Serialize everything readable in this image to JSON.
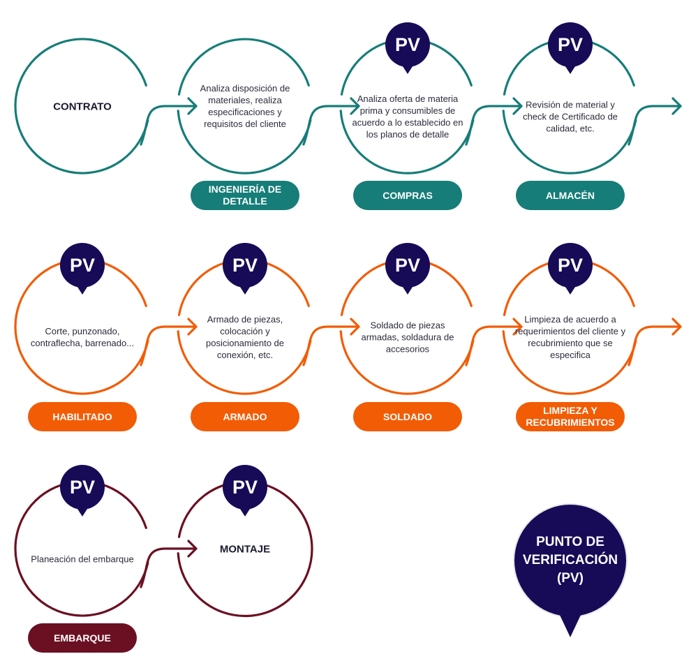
{
  "colors": {
    "teal": "#167d78",
    "orange": "#f25c05",
    "maroon": "#6b1022",
    "pv_navy": "#170a57"
  },
  "rows": [
    {
      "color": "teal",
      "steps": [
        {
          "title": "CONTRATO",
          "description": null,
          "label": null,
          "pv": false
        },
        {
          "title": null,
          "description": "Analiza disposición de materiales, realiza especificaciones y requisitos del cliente",
          "label": "INGENIERÍA DE DETALLE",
          "pv": false
        },
        {
          "title": null,
          "description": "Analiza oferta de materia prima y consumibles de acuerdo a lo establecido en los planos de detalle",
          "label": "COMPRAS",
          "pv": true
        },
        {
          "title": null,
          "description": "Revisión de material y check de Certificado de calidad, etc.",
          "label": "ALMACÉN",
          "pv": true
        }
      ],
      "continues": true
    },
    {
      "color": "orange",
      "steps": [
        {
          "title": null,
          "description": "Corte, punzonado, contraflecha, barrenado...",
          "label": "HABILITADO",
          "pv": true
        },
        {
          "title": null,
          "description": "Armado de piezas, colocación y posicionamiento de conexión, etc.",
          "label": "ARMADO",
          "pv": true
        },
        {
          "title": null,
          "description": "Soldado de piezas armadas, soldadura de accesorios",
          "label": "SOLDADO",
          "pv": true
        },
        {
          "title": null,
          "description": "Limpieza de acuerdo a requerimientos del cliente y recubrimiento que se especifica",
          "label": "LIMPIEZA Y RECUBRIMIENTOS",
          "pv": true
        }
      ],
      "continues": true
    },
    {
      "color": "maroon",
      "steps": [
        {
          "title": null,
          "description": "Planeación del embarque",
          "label": "EMBARQUE",
          "pv": true
        },
        {
          "title": "MONTAJE",
          "description": null,
          "label": null,
          "pv": true
        }
      ],
      "continues": false
    }
  ],
  "pv_badge_text": "PV",
  "legend": {
    "text": "PUNTO DE\nVERIFICACIÓN\n(PV)"
  }
}
